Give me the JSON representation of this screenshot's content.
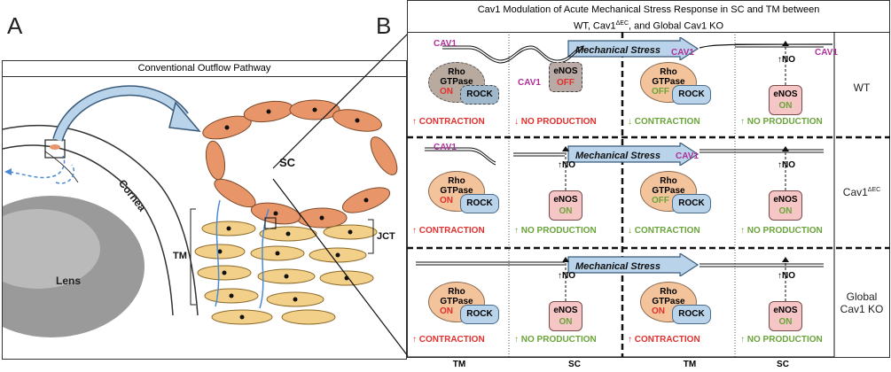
{
  "panel_a": {
    "letter": "A",
    "title": "Conventional Outflow Pathway",
    "labels": {
      "sc": "SC",
      "tm": "TM",
      "jct": "JCT",
      "cornea": "Cornea",
      "lens": "Lens"
    }
  },
  "panel_b": {
    "letter": "B",
    "title_line1": "Cav1 Modulation of Acute Mechanical Stress Response in SC and TM between",
    "title_line2_pre": "WT, Cav1",
    "title_line2_sup": "ΔEC",
    "title_line2_post": ", and Global Cav1 KO",
    "stress_label": "Mechanical Stress",
    "cav1_label": "CAV1",
    "no_label": "NO",
    "rho_line1": "Rho",
    "rho_line2": "GTPase",
    "rock_label": "ROCK",
    "enos_label": "eNOS",
    "state_on": "ON",
    "state_off": "OFF",
    "rows": [
      {
        "label": "WT",
        "cells": [
          {
            "col": "TM",
            "response": "CONTRACTION",
            "arrow": "↑",
            "color": "red"
          },
          {
            "col": "SC",
            "response": "NO PRODUCTION",
            "arrow": "↓",
            "color": "red"
          },
          {
            "col": "TM",
            "response": "CONTRACTION",
            "arrow": "↓",
            "color": "green"
          },
          {
            "col": "SC",
            "response": "NO PRODUCTION",
            "arrow": "↑",
            "color": "green"
          }
        ]
      },
      {
        "label_pre": "Cav1",
        "label_sup": "ΔEC",
        "cells": [
          {
            "col": "TM",
            "response": "CONTRACTION",
            "arrow": "↑",
            "color": "red"
          },
          {
            "col": "SC",
            "response": "NO PRODUCTION",
            "arrow": "↑",
            "color": "green"
          },
          {
            "col": "TM",
            "response": "CONTRACTION",
            "arrow": "↓",
            "color": "green"
          },
          {
            "col": "SC",
            "response": "NO PRODUCTION",
            "arrow": "↑",
            "color": "green"
          }
        ]
      },
      {
        "label_line1": "Global",
        "label_line2": "Cav1 KO",
        "cells": [
          {
            "col": "TM",
            "response": "CONTRACTION",
            "arrow": "↑",
            "color": "red"
          },
          {
            "col": "SC",
            "response": "NO PRODUCTION",
            "arrow": "↑",
            "color": "green"
          },
          {
            "col": "TM",
            "response": "CONTRACTION",
            "arrow": "↑",
            "color": "red"
          },
          {
            "col": "SC",
            "response": "NO PRODUCTION",
            "arrow": "↑",
            "color": "green"
          }
        ]
      }
    ],
    "footer": [
      "TM",
      "SC",
      "TM",
      "SC"
    ]
  },
  "colors": {
    "red": "#e0312e",
    "green": "#6aa43a",
    "cav1": "#b0309a",
    "rho": "#f3c39c",
    "rock": "#b8d3ea",
    "enos": "#f6c6c6",
    "arrow": "#b8d3ea",
    "sc_cell": "#e8956a",
    "tm_cell": "#f3d08a"
  }
}
